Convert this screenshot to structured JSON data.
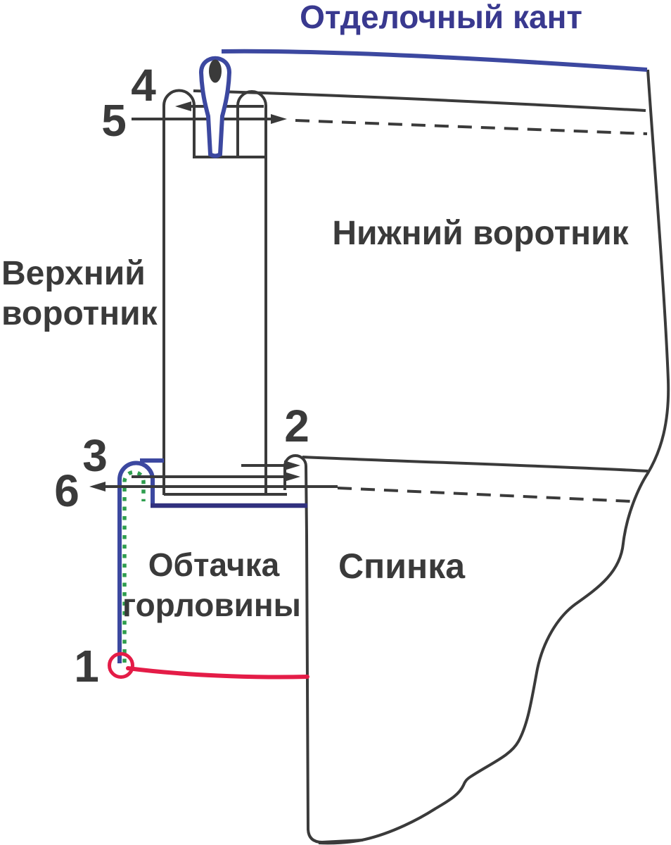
{
  "diagram": {
    "piping_label": "Отделочный кант",
    "lower_collar_label": "Нижний воротник",
    "upper_collar_label_line1": "Верхний",
    "upper_collar_label_line2": "воротник",
    "facing_label_line1": "Обтачка",
    "facing_label_line2": "горловины",
    "back_label": "Спинка",
    "step_markers": [
      "1",
      "2",
      "3",
      "4",
      "5",
      "6"
    ]
  },
  "colors": {
    "line_gray": "#3a3a3a",
    "text_gray": "#3a3a3a",
    "blue": "#3c48a0",
    "blue_text": "#39398f",
    "navy": "#31317f",
    "green": "#2f9e4e",
    "red": "#e41c47",
    "background": "#ffffff"
  }
}
